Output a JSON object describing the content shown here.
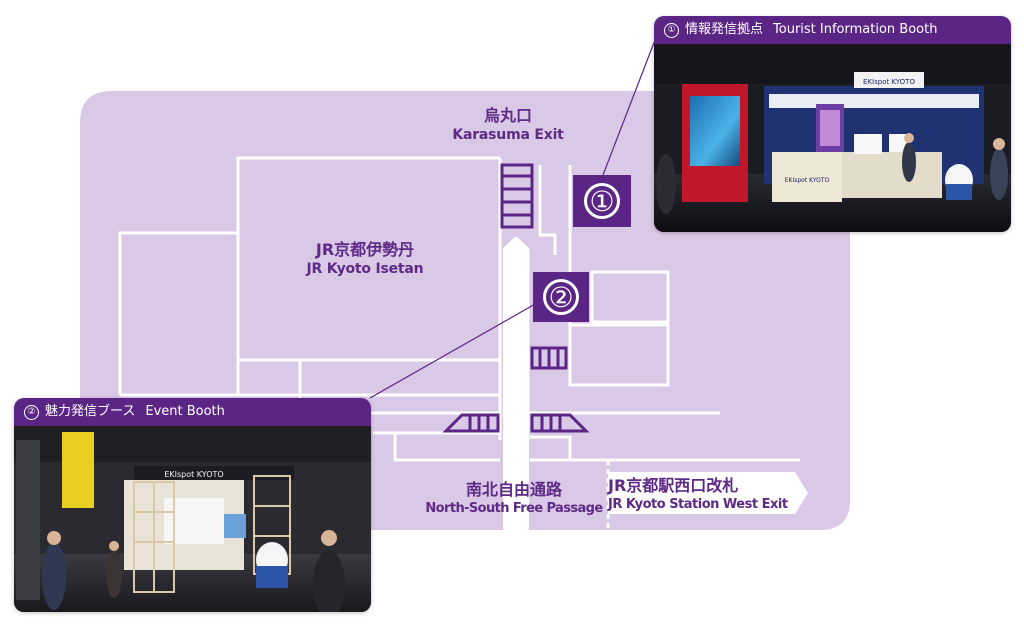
{
  "map": {
    "colors": {
      "floor": "#dac9e6",
      "wall": "#ffffff",
      "accent": "#5b2585",
      "text": "#5e2a86"
    },
    "exits": {
      "karasuma": {
        "jp": "烏丸口",
        "en": "Karasuma Exit"
      },
      "west": {
        "jp": "JR京都駅西口改札",
        "en": "JR Kyoto Station West Exit"
      }
    },
    "areas": {
      "isetan": {
        "jp": "JR京都伊勢丹",
        "en": "JR Kyoto Isetan"
      },
      "passage": {
        "jp": "南北自由通路",
        "en": "North-South Free Passage"
      }
    },
    "markers": [
      {
        "number": "①"
      },
      {
        "number": "②"
      }
    ]
  },
  "booths": [
    {
      "number": "①",
      "title_jp": "情報発信拠点",
      "title_en": "Tourist Information Booth",
      "signage": "EKIspot KYOTO"
    },
    {
      "number": "②",
      "title_jp": "魅力発信ブース",
      "title_en": "Event Booth",
      "signage": "EKIspot KYOTO"
    }
  ]
}
